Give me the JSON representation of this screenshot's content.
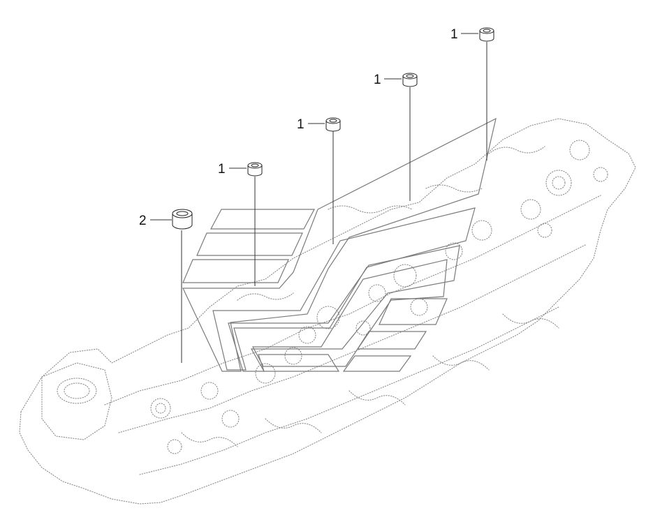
{
  "callouts": [
    {
      "id": "plug-1a",
      "label": "1"
    },
    {
      "id": "plug-1b",
      "label": "1"
    },
    {
      "id": "plug-1c",
      "label": "1"
    },
    {
      "id": "plug-1d",
      "label": "1"
    },
    {
      "id": "plug-2",
      "label": "2"
    }
  ]
}
